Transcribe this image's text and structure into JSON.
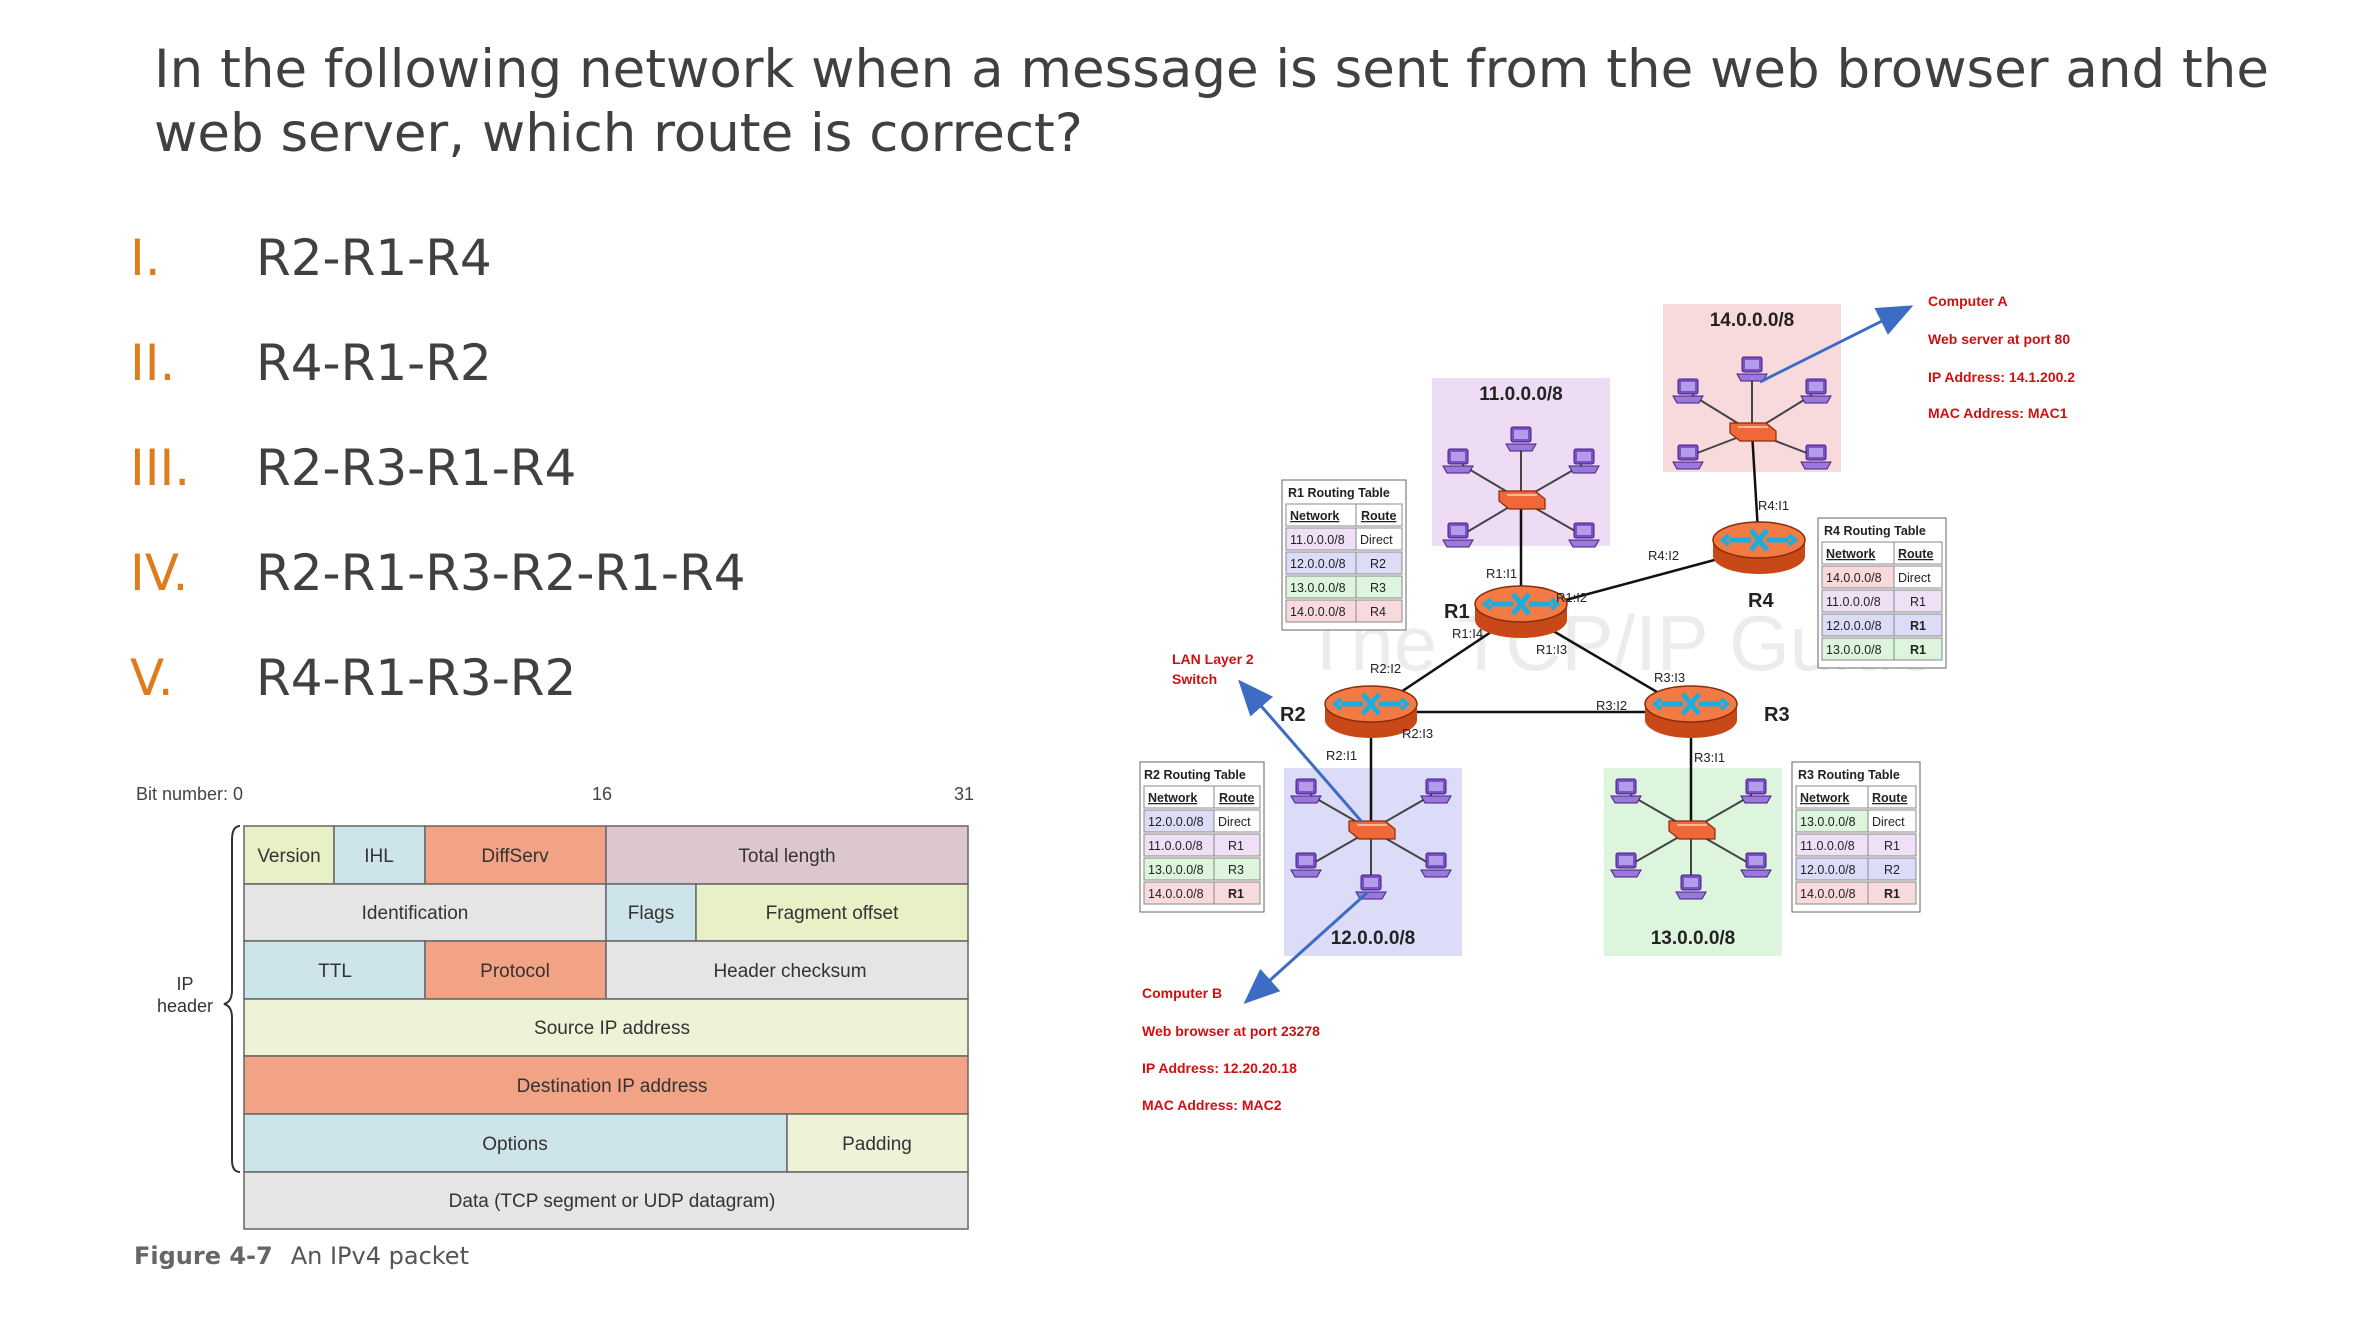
{
  "question": "In the following network when a message is sent from the web browser and the web server, which route is correct?",
  "options": [
    {
      "num": "I.",
      "text": "R2-R1-R4"
    },
    {
      "num": "II.",
      "text": "R4-R1-R2"
    },
    {
      "num": "III.",
      "text": "R2-R3-R1-R4"
    },
    {
      "num": "IV.",
      "text": "R2-R1-R3-R2-R1-R4"
    },
    {
      "num": "V.",
      "text": "R4-R1-R3-R2"
    }
  ],
  "ipv4": {
    "bit_label": "Bit number: 0",
    "bit16": "16",
    "bit31": "31",
    "header_label_1": "IP",
    "header_label_2": "header",
    "fields": {
      "version": "Version",
      "ihl": "IHL",
      "diffserv": "DiffServ",
      "total_length": "Total length",
      "identification": "Identification",
      "flags": "Flags",
      "fragment_offset": "Fragment offset",
      "ttl": "TTL",
      "protocol": "Protocol",
      "header_checksum": "Header checksum",
      "source_ip": "Source IP address",
      "dest_ip": "Destination IP address",
      "options": "Options",
      "padding": "Padding",
      "data": "Data (TCP segment or UDP datagram)"
    },
    "caption_num": "Figure 4-7",
    "caption_text": "An IPv4 packet"
  },
  "network": {
    "networks": {
      "n11": "11.0.0.0/8",
      "n12": "12.0.0.0/8",
      "n13": "13.0.0.0/8",
      "n14": "14.0.0.0/8"
    },
    "routers": {
      "r1": "R1",
      "r2": "R2",
      "r3": "R3",
      "r4": "R4"
    },
    "interfaces": {
      "r1i1": "R1:I1",
      "r1i2": "R1:I2",
      "r1i3": "R1:I3",
      "r1i4": "R1:I4",
      "r2i1": "R2:I1",
      "r2i2": "R2:I2",
      "r2i3": "R2:I3",
      "r3i1": "R3:I1",
      "r3i2": "R3:I2",
      "r3i3": "R3:I3",
      "r4i1": "R4:I1",
      "r4i2": "R4:I2"
    },
    "watermark": "The TCP/IP Guide",
    "lan_label_1": "LAN Layer 2",
    "lan_label_2": "Switch",
    "computer_a": {
      "name": "Computer A",
      "role": "Web server at port 80",
      "ip": "IP Address: 14.1.200.2",
      "mac": "MAC Address: MAC1"
    },
    "computer_b": {
      "name": "Computer B",
      "role": "Web browser at port 23278",
      "ip": "IP Address: 12.20.20.18",
      "mac": "MAC Address: MAC2"
    },
    "tables": {
      "r1": {
        "title": "R1 Routing Table",
        "h_net": "Network",
        "h_route": "Route",
        "rows": [
          [
            "11.0.0.0/8",
            "Direct"
          ],
          [
            "12.0.0.0/8",
            "R2"
          ],
          [
            "13.0.0.0/8",
            "R3"
          ],
          [
            "14.0.0.0/8",
            "R4"
          ]
        ]
      },
      "r2": {
        "title": "R2 Routing Table",
        "h_net": "Network",
        "h_route": "Route",
        "rows": [
          [
            "12.0.0.0/8",
            "Direct"
          ],
          [
            "11.0.0.0/8",
            "R1"
          ],
          [
            "13.0.0.0/8",
            "R3"
          ],
          [
            "14.0.0.0/8",
            "R1"
          ]
        ]
      },
      "r3": {
        "title": "R3 Routing Table",
        "h_net": "Network",
        "h_route": "Route",
        "rows": [
          [
            "13.0.0.0/8",
            "Direct"
          ],
          [
            "11.0.0.0/8",
            "R1"
          ],
          [
            "12.0.0.0/8",
            "R2"
          ],
          [
            "14.0.0.0/8",
            "R1"
          ]
        ]
      },
      "r4": {
        "title": "R4 Routing Table",
        "h_net": "Network",
        "h_route": "Route",
        "rows": [
          [
            "14.0.0.0/8",
            "Direct"
          ],
          [
            "11.0.0.0/8",
            "R1"
          ],
          [
            "12.0.0.0/8",
            "R1"
          ],
          [
            "13.0.0.0/8",
            "R1"
          ]
        ]
      }
    },
    "colors": {
      "purple": "#eddcf4",
      "blue": "#dcdcf8",
      "green": "#dcf5dc",
      "pink": "#f8dadd",
      "red_text": "#d01010",
      "arrow": "#3c6cc4"
    }
  }
}
